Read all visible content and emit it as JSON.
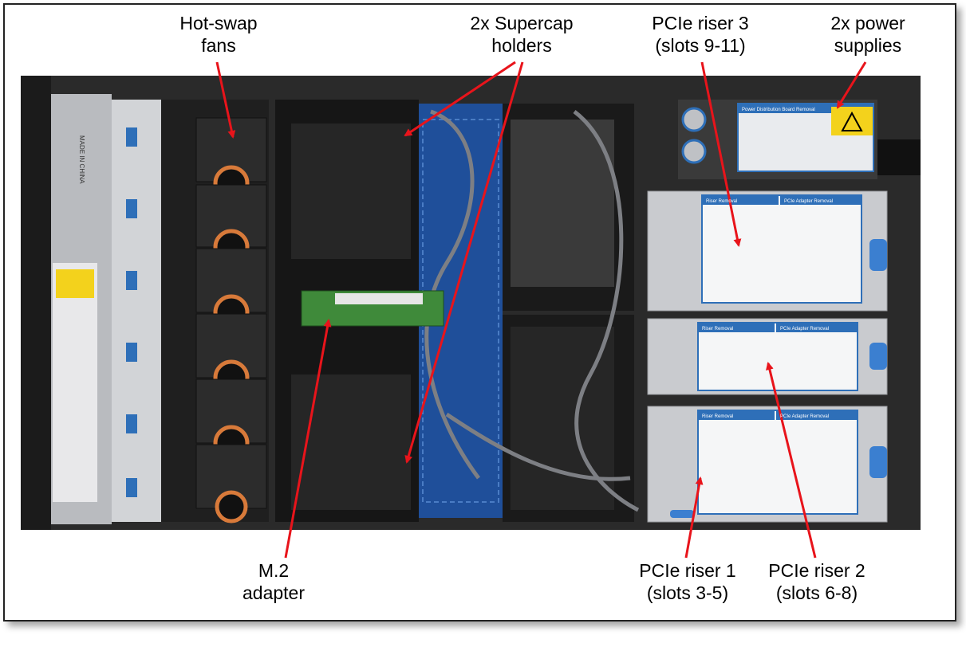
{
  "labels": {
    "fans": [
      "Hot-swap",
      "fans"
    ],
    "supercap": [
      "2x Supercap",
      "holders"
    ],
    "riser3": [
      "PCIe riser 3",
      "(slots 9-11)"
    ],
    "psu": [
      "2x power",
      "supplies"
    ],
    "m2": [
      "M.2",
      "adapter"
    ],
    "riser1": [
      "PCIe riser 1",
      "(slots 3-5)"
    ],
    "riser2": [
      "PCIe riser 2",
      "(slots 6-8)"
    ]
  },
  "panels": {
    "psu_title": "Power Distribution Board Removal",
    "riser_removal_title": "Riser Removal",
    "adapter_removal_title": "PCIe Adapter Removal",
    "front_text": "MADE IN CHINA"
  },
  "colors": {
    "arrow": "#e8141b",
    "panel_blue": "#2e6fb8",
    "chassis": "#2a2a2a",
    "riser": "#c9cbcf",
    "board": "#1f4f9a",
    "caution": "#f3d21c"
  }
}
